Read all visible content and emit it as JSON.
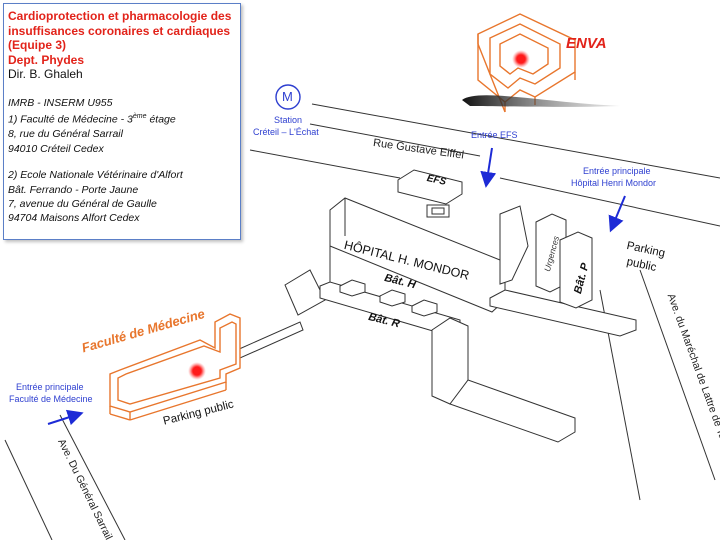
{
  "info": {
    "title_lines": [
      "Cardioprotection et pharmacologie des",
      "insuffisances coronaires et cardiaques",
      "(Equipe 3)",
      "Dept. Phydes"
    ],
    "director": "Dir. B. Ghaleh",
    "addr1_line1": "IMRB - INSERM U955",
    "addr1_line2_prefix": "1) Faculté de Médecine - 3",
    "addr1_line2_sup": "ème",
    "addr1_line2_suffix": " étage",
    "addr1_line3": "8, rue du Général Sarrail",
    "addr1_line4": "94010 Créteil Cedex",
    "addr2_line1": "2) Ecole Nationale Vétérinaire d'Alfort",
    "addr2_line2": "Bât. Ferrando - Porte Jaune",
    "addr2_line3": "7, avenue du Général de Gaulle",
    "addr2_line4": "94704 Maisons Alfort Cedex"
  },
  "labels": {
    "enva": "ENVA",
    "metro_symbol": "M",
    "station_line1": "Station",
    "station_line2": "Créteil – L'Échat",
    "entree_efs": "Entrée EFS",
    "rue_eiffel": "Rue Gustave Eiffel",
    "entree_hm_line1": "Entrée principale",
    "entree_hm_line2": "Hôpital Henri Mondor",
    "efs": "EFS",
    "hopital": "HÔPITAL H. MONDOR",
    "bat_h": "Bât. H",
    "bat_r": "Bât. R",
    "urgences": "Urgences",
    "bat_p": "Bât. P",
    "parking_public_1": "Parking",
    "parking_public_2": "public",
    "ave_marechal": "Ave. du Maréchal de Lattre de Tassigny",
    "faculte": "Faculté de Médecine",
    "entree_fac_line1": "Entrée principale",
    "entree_fac_line2": "Faculté de Médecine",
    "parking_public_fac": "Parking public",
    "ave_sarrail": "Ave. Du Général Sarrail"
  },
  "colors": {
    "red_text": "#e2231a",
    "blue_text": "#2e3fd0",
    "orange_outline": "#e8762d",
    "gray_outline": "#444444",
    "marker_red": "#ff1a1a"
  }
}
